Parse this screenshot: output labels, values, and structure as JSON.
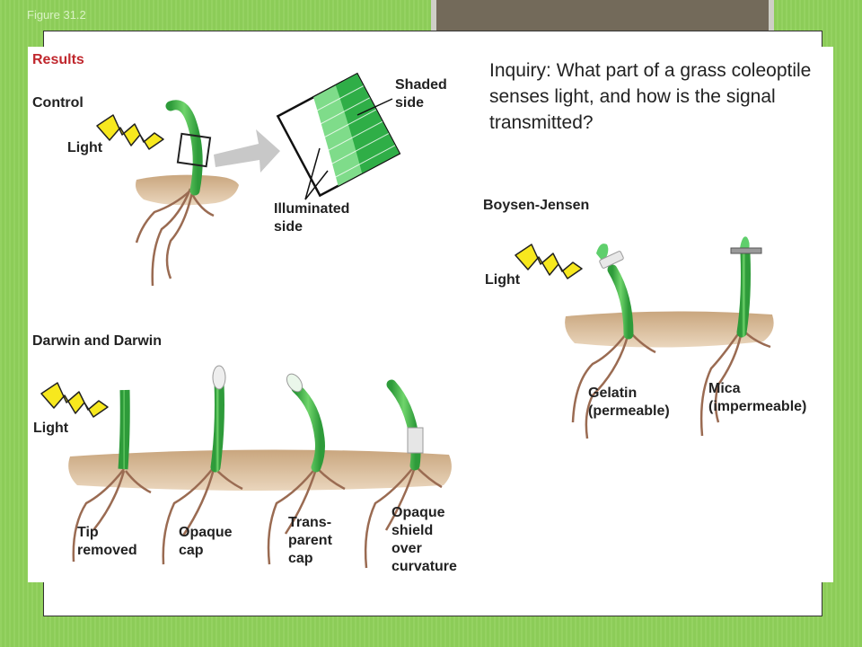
{
  "figure_label": "Figure 31.2",
  "inquiry": "Inquiry: What part of a grass coleoptile senses light, and how is the signal transmitted?",
  "results": "Results",
  "control": {
    "heading": "Control",
    "light": "Light",
    "shaded_side": "Shaded\nside",
    "illuminated_side": "Illuminated\nside"
  },
  "darwin": {
    "heading": "Darwin and Darwin",
    "light": "Light",
    "tip_removed": "Tip\nremoved",
    "opaque_cap": "Opaque\ncap",
    "transparent_cap": "Trans-\nparent\ncap",
    "opaque_shield": "Opaque\nshield\nover\ncurvature"
  },
  "boysen": {
    "heading": "Boysen-Jensen",
    "light": "Light",
    "gelatin": "Gelatin\n(permeable)",
    "mica": "Mica\n(impermeable)"
  },
  "colors": {
    "background": "#8fd05a",
    "heading_red": "#c0272d",
    "coleoptile_green": "#3cb043",
    "soil": "#d6b48c",
    "lightning_yellow": "#f7e81e"
  }
}
